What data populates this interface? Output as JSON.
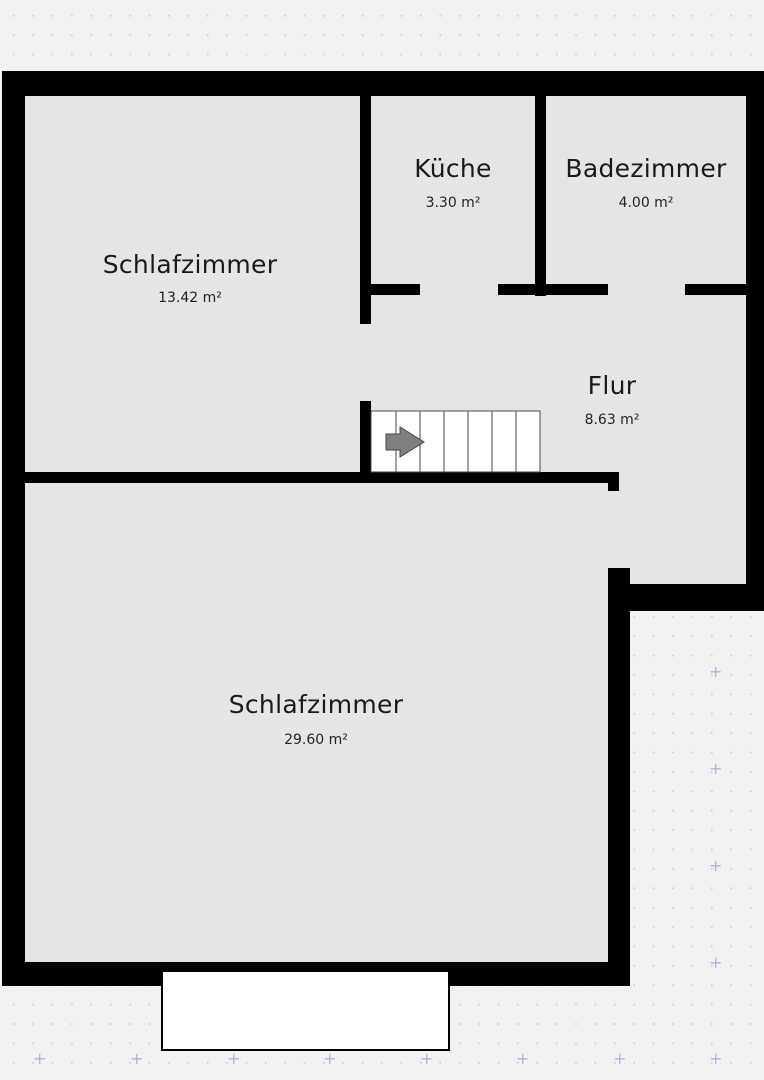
{
  "rooms": [
    {
      "name": "Schlafzimmer",
      "area": "13.42 m²"
    },
    {
      "name": "Küche",
      "area": "3.30 m²"
    },
    {
      "name": "Badezimmer",
      "area": "4.00 m²"
    },
    {
      "name": "Flur",
      "area": "8.63 m²"
    },
    {
      "name": "Schlafzimmer",
      "area": "29.60 m²"
    }
  ],
  "colors": {
    "wall": "#000000",
    "floor": "#e5e5e5",
    "background": "#f2f2f2",
    "grid_cross": "#a9b6d6",
    "stair_arrow": "#808080"
  },
  "icons": {
    "stair_direction": "arrow-right-icon",
    "grid_marker": "plus-icon"
  }
}
